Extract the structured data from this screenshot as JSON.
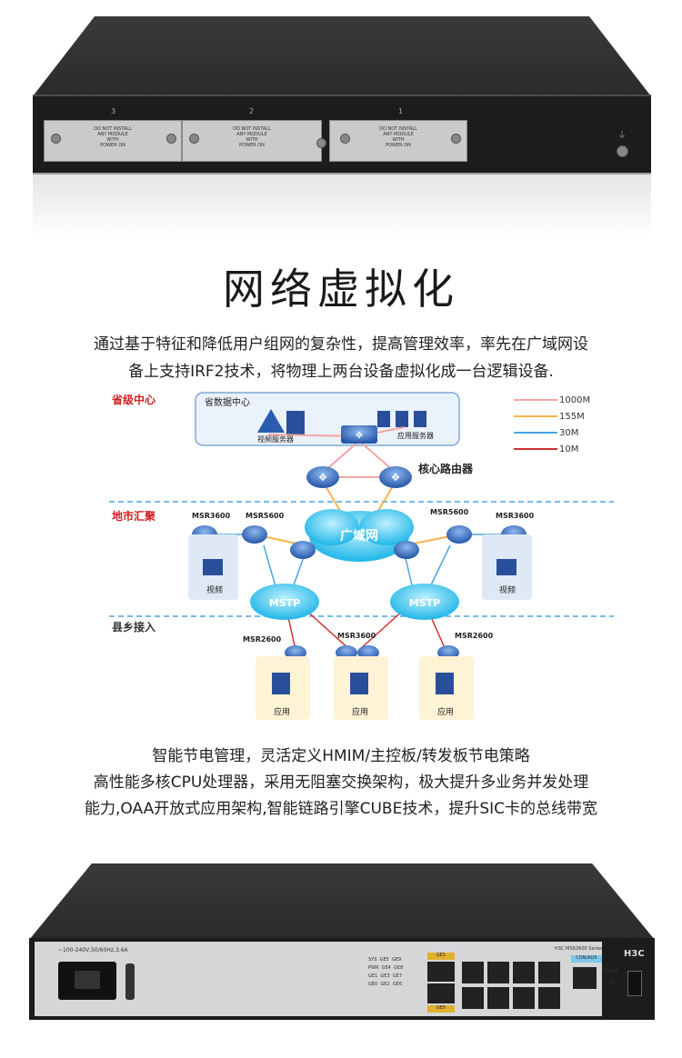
{
  "rear_router": {
    "slot_numbers": [
      "3",
      "2",
      "1"
    ],
    "slot_label_lines": [
      "DO NOT INSTALL",
      "ANY MODULE",
      "WITH",
      "POWER ON"
    ]
  },
  "headline": "网络虚拟化",
  "intro": {
    "line1": "通过基于特征和降低用户组网的复杂性，提高管理效率，率先在广域网设",
    "line2": "备上支持IRF2技术，将物理上两台设备虚拟化成一台逻辑设备."
  },
  "diagram": {
    "tier_labels": {
      "province": "省级中心",
      "city": "地市汇聚",
      "county": "县乡接入"
    },
    "datacenter_label": "省数据中心",
    "video_server": "视频服务器",
    "app_server": "应用服务器",
    "core_router": "核心路由器",
    "wan": "广域网",
    "mstp": "MSTP",
    "video": "视频",
    "app": "应用",
    "models": {
      "msr3600": "MSR3600",
      "msr5600": "MSR5600",
      "msr2600": "MSR2600"
    },
    "legend": [
      "1000M",
      "155M",
      "30M",
      "10M"
    ],
    "legend_colors": [
      "#f4a5a5",
      "#f5b54a",
      "#4aa3e0",
      "#d03030"
    ]
  },
  "features": {
    "line1": "智能节电管理，灵活定义HMIM/主控板/转发板节电策略",
    "line2": "高性能多核CPU处理器，采用无阻塞交换架构，极大提升多业务并发处理",
    "line3": "能力,OAA开放式应用架构,智能链路引擎CUBE技术，提升SIC卡的总线带宽"
  },
  "front_router": {
    "power_label": "~100-240V,50/60Hz,3.6A",
    "leds": [
      "SYS",
      "GE5",
      "GE9",
      "PWR",
      "GE4",
      "GE8",
      "GE1",
      "GE3",
      "GE7",
      "GE0",
      "GE2",
      "GE6"
    ],
    "ge1": "GE1",
    "ge0": "GE0",
    "model": "H3C MSR2600 Series",
    "brand": "H3C",
    "con_aux": "CON/AUX",
    "reset": "RESET"
  }
}
